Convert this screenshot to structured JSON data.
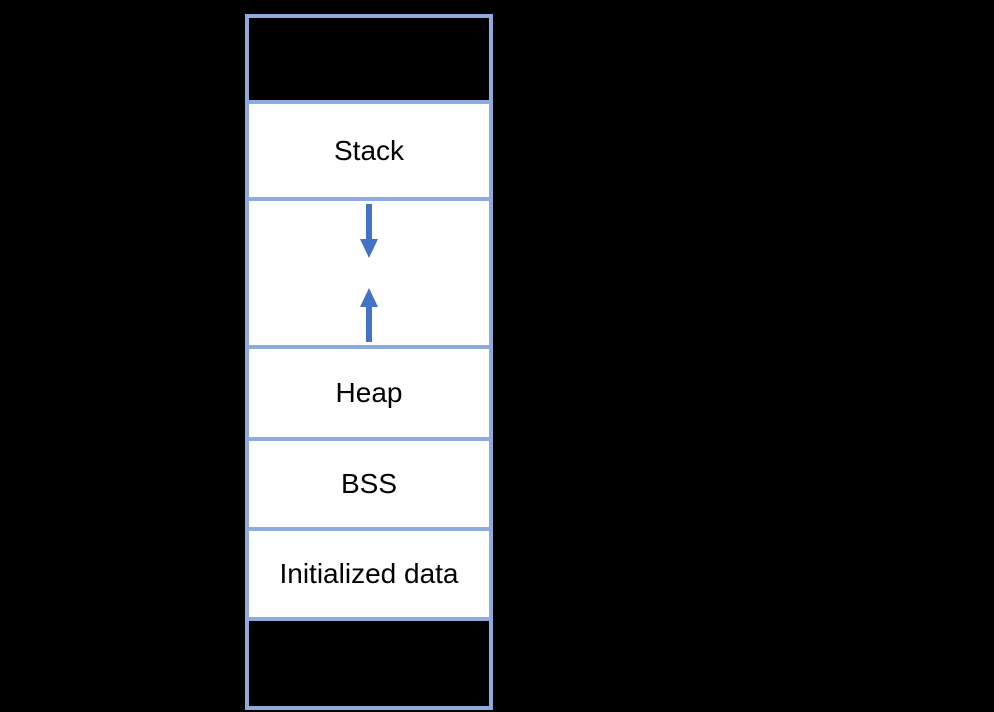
{
  "diagram": {
    "type": "process-memory-layout",
    "segments": [
      {
        "label": "",
        "fill": "black"
      },
      {
        "label": "Stack",
        "fill": "white"
      },
      {
        "label": "",
        "fill": "white",
        "note": "growth-gap-with-arrows"
      },
      {
        "label": "Heap",
        "fill": "white"
      },
      {
        "label": "BSS",
        "fill": "white"
      },
      {
        "label": "Initialized data",
        "fill": "white"
      },
      {
        "label": "",
        "fill": "black"
      }
    ],
    "icons": {
      "down_arrow": "stack-grows-downward-arrow",
      "up_arrow": "heap-grows-upward-arrow"
    },
    "colors": {
      "background": "#000000",
      "border": "#8FAADC",
      "arrow": "#4472C4",
      "segment_fill": "#FFFFFF",
      "label_text": "#000000"
    }
  }
}
